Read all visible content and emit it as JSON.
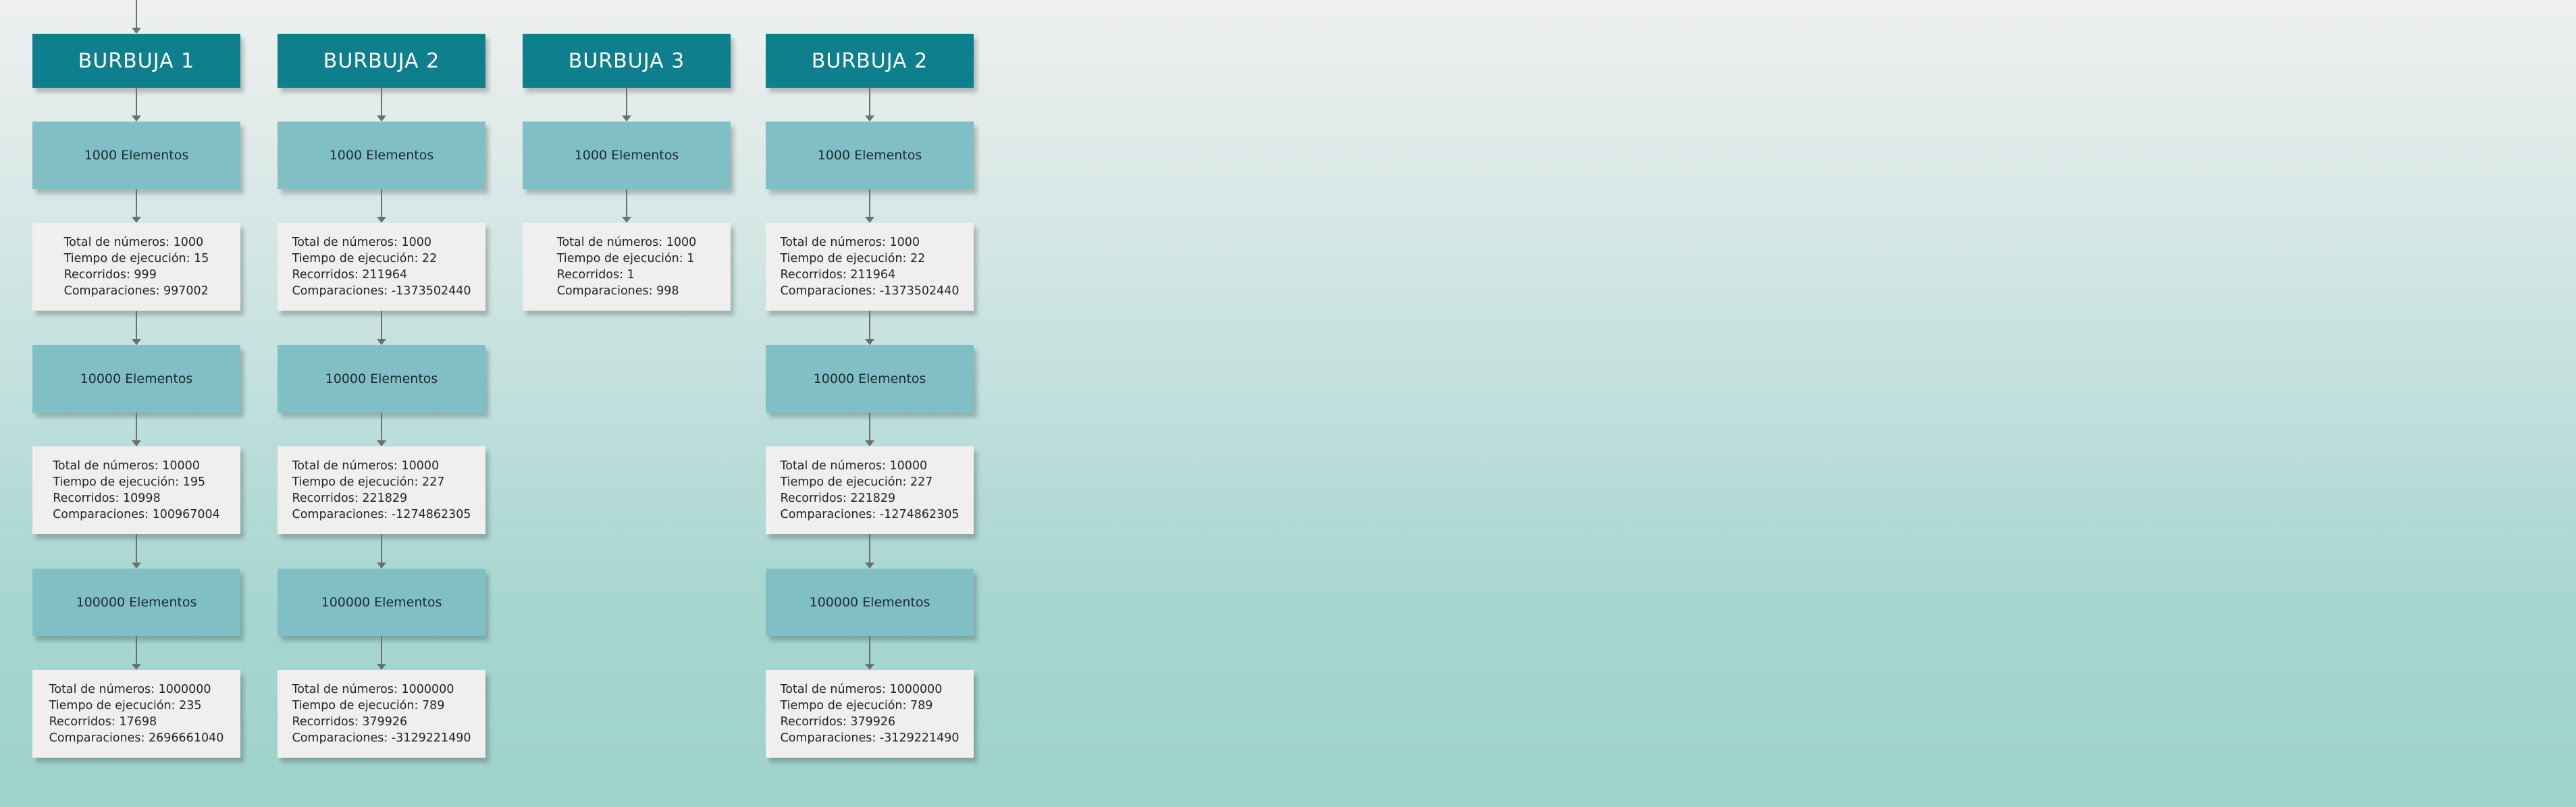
{
  "colors": {
    "header_bg": "#0e7f8c",
    "element_bg": "#80bfc5",
    "stats_bg": "#f1efed",
    "connector": "#6c6f72"
  },
  "stat_labels": {
    "total": "Total de números:",
    "tiempo": "Tiempo de ejecución:",
    "recorridos": "Recorridos:",
    "comparaciones": "Comparaciones:"
  },
  "columns": [
    {
      "title": "BURBUJA 1",
      "levels": [
        {
          "elements": "1000 Elementos",
          "total": "1000",
          "tiempo": "15",
          "recorridos": "999",
          "comparaciones": "997002"
        },
        {
          "elements": "10000 Elementos",
          "total": "10000",
          "tiempo": "195",
          "recorridos": "10998",
          "comparaciones": "100967004"
        },
        {
          "elements": "100000 Elementos",
          "total": "1000000",
          "tiempo": "235",
          "recorridos": "17698",
          "comparaciones": "2696661040"
        }
      ]
    },
    {
      "title": "BURBUJA 2",
      "levels": [
        {
          "elements": "1000 Elementos",
          "total": "1000",
          "tiempo": "22",
          "recorridos": "211964",
          "comparaciones": "-1373502440"
        },
        {
          "elements": "10000 Elementos",
          "total": "10000",
          "tiempo": "227",
          "recorridos": "221829",
          "comparaciones": "-1274862305"
        },
        {
          "elements": "100000 Elementos",
          "total": "1000000",
          "tiempo": "789",
          "recorridos": "379926",
          "comparaciones": "-3129221490"
        }
      ]
    },
    {
      "title": "BURBUJA 3",
      "levels": [
        {
          "elements": "1000 Elementos",
          "total": "1000",
          "tiempo": "1",
          "recorridos": "1",
          "comparaciones": "998"
        }
      ]
    },
    {
      "title": "BURBUJA 2",
      "levels": [
        {
          "elements": "1000 Elementos",
          "total": "1000",
          "tiempo": "22",
          "recorridos": "211964",
          "comparaciones": "-1373502440"
        },
        {
          "elements": "10000 Elementos",
          "total": "10000",
          "tiempo": "227",
          "recorridos": "221829",
          "comparaciones": "-1274862305"
        },
        {
          "elements": "100000 Elementos",
          "total": "1000000",
          "tiempo": "789",
          "recorridos": "379926",
          "comparaciones": "-3129221490"
        }
      ]
    }
  ]
}
